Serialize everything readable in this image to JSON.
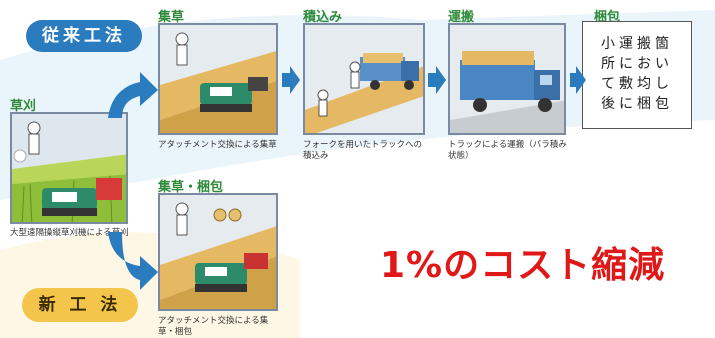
{
  "labels": {
    "old_method": "従来工法",
    "new_method": "新 工 法"
  },
  "steps": {
    "mowing": {
      "title": "草刈",
      "caption": "大型遠隔操縦草刈機による草刈"
    },
    "collect": {
      "title": "集草",
      "caption": "アタッチメント交換による集草"
    },
    "load": {
      "title": "積込み",
      "caption": "フォークを用いたトラックへの積込み"
    },
    "transport": {
      "title": "運搬",
      "caption": "トラックによる運搬（バラ積み状態）"
    },
    "pack": {
      "title": "梱包",
      "note": "小運搬箇所において敷均し後に梱包"
    },
    "collect_pack": {
      "title": "集草・梱包",
      "caption": "アタッチメント交換による集草・梱包"
    }
  },
  "headline": "1%のコスト縮減",
  "colors": {
    "arrow": "#2b7bbf",
    "title_green": "#2e8b3a",
    "headline_red": "#e01818"
  }
}
